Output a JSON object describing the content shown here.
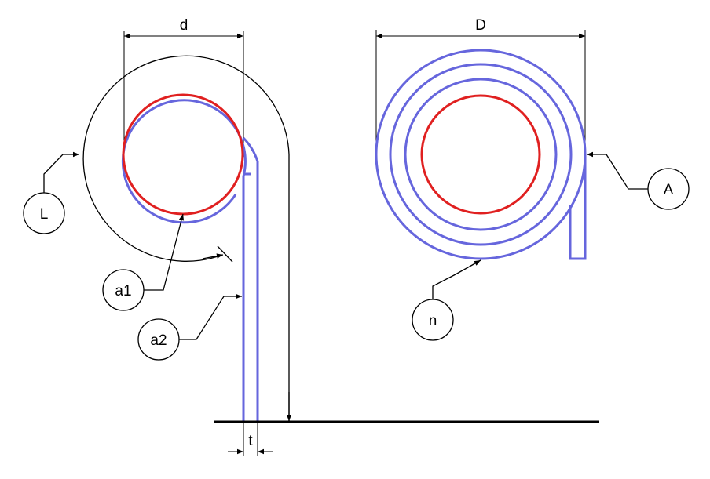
{
  "colors": {
    "strip": "#6666dd",
    "inner_circle": "#e02020",
    "dimension": "#000000",
    "background": "#ffffff"
  },
  "dimensions": {
    "d": "d",
    "D": "D",
    "t": "t"
  },
  "callouts": {
    "L": "L",
    "a1": "a1",
    "a2": "a2",
    "A": "A",
    "n": "n"
  }
}
